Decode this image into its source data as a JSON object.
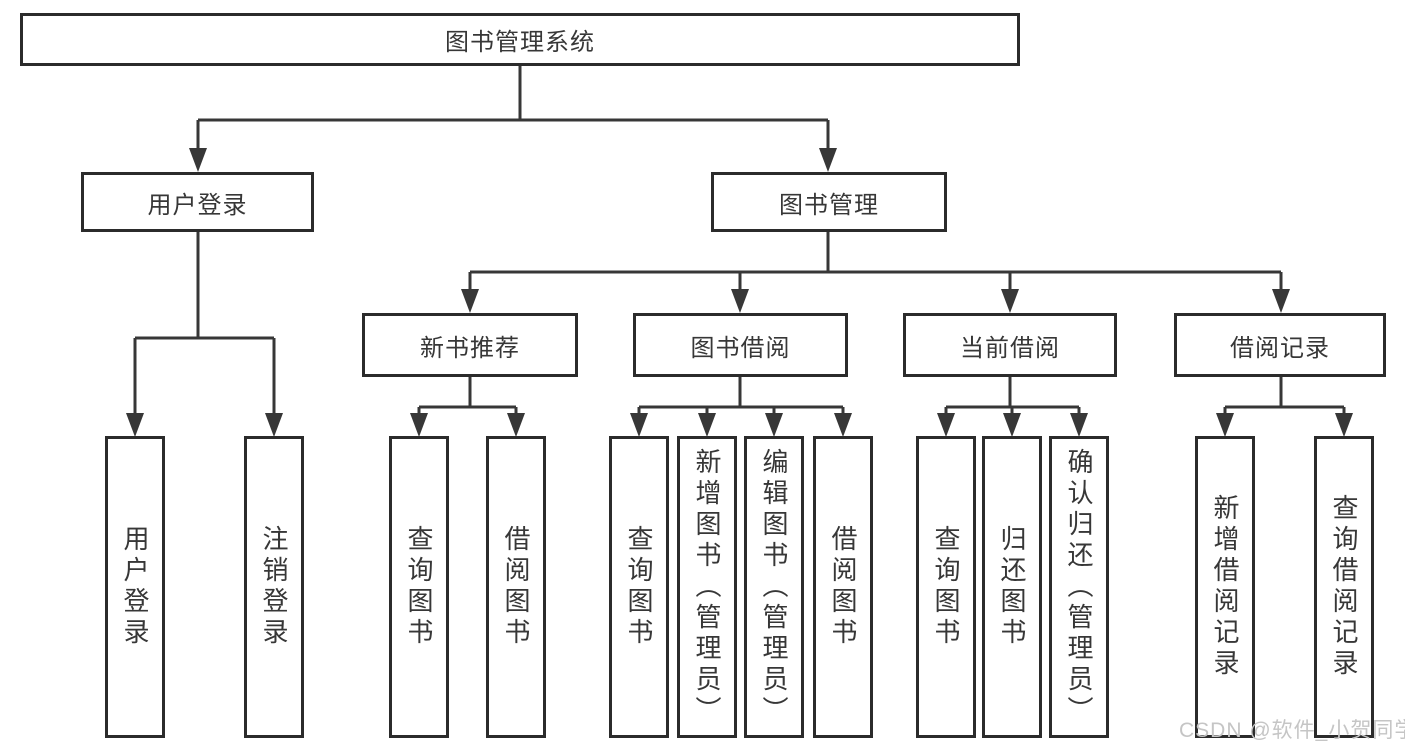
{
  "tree": {
    "label": "图书管理系统",
    "children": [
      {
        "label": "用户登录",
        "children": [
          {
            "label": "用户登录"
          },
          {
            "label": "注销登录"
          }
        ]
      },
      {
        "label": "图书管理",
        "children": [
          {
            "label": "新书推荐",
            "children": [
              {
                "label": "查询图书"
              },
              {
                "label": "借阅图书"
              }
            ]
          },
          {
            "label": "图书借阅",
            "children": [
              {
                "label": "查询图书"
              },
              {
                "label": "新增图书（管理员）"
              },
              {
                "label": "编辑图书（管理员）"
              },
              {
                "label": "借阅图书"
              }
            ]
          },
          {
            "label": "当前借阅",
            "children": [
              {
                "label": "查询图书"
              },
              {
                "label": "归还图书"
              },
              {
                "label": "确认归还（管理员）"
              }
            ]
          },
          {
            "label": "借阅记录",
            "children": [
              {
                "label": "新增借阅记录"
              },
              {
                "label": "查询借阅记录"
              }
            ]
          }
        ]
      }
    ]
  },
  "watermark": "CSDN @软件_小贺同学",
  "colors": {
    "line": "#373737",
    "box_border": "#2b2b2b",
    "text": "#373737",
    "watermark": "#c5c5c5",
    "background": "#ffffff"
  }
}
